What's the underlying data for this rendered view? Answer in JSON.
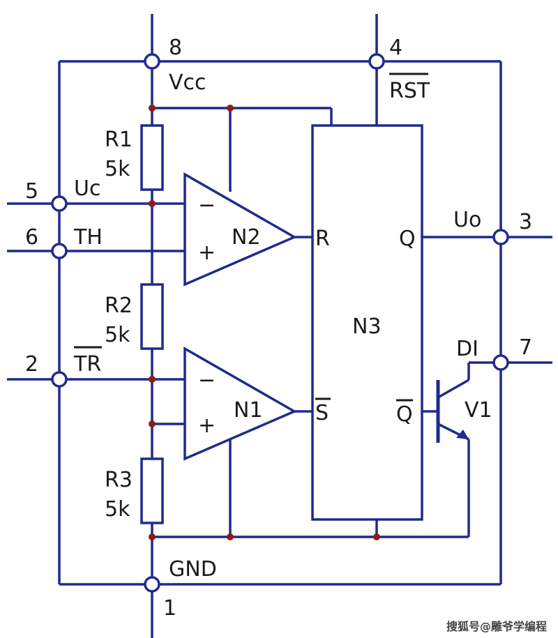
{
  "colors": {
    "wire": "#1f2a8c",
    "junction": "#8b1c1c",
    "text": "#1a1a1a"
  },
  "pins": {
    "p8": "8",
    "p4": "4",
    "p5": "5",
    "p6": "6",
    "p3": "3",
    "p2": "2",
    "p7": "7",
    "p1": "1"
  },
  "labels": {
    "vcc": "Vcc",
    "rst": "RST",
    "uc": "Uc",
    "th": "TH",
    "tr": "TR",
    "uo": "Uo",
    "di": "DI",
    "gnd": "GND",
    "r1_name": "R1",
    "r1_value": "5k",
    "r2_name": "R2",
    "r2_value": "5k",
    "r3_name": "R3",
    "r3_value": "5k",
    "n1": "N1",
    "n2": "N2",
    "n3": "N3",
    "v1": "V1",
    "minus": "−",
    "plus": "+",
    "r_in": "R",
    "s_in": "S",
    "q_out": "Q",
    "qbar_out": "Q"
  },
  "watermark": "搜狐号@雕爷学编程"
}
